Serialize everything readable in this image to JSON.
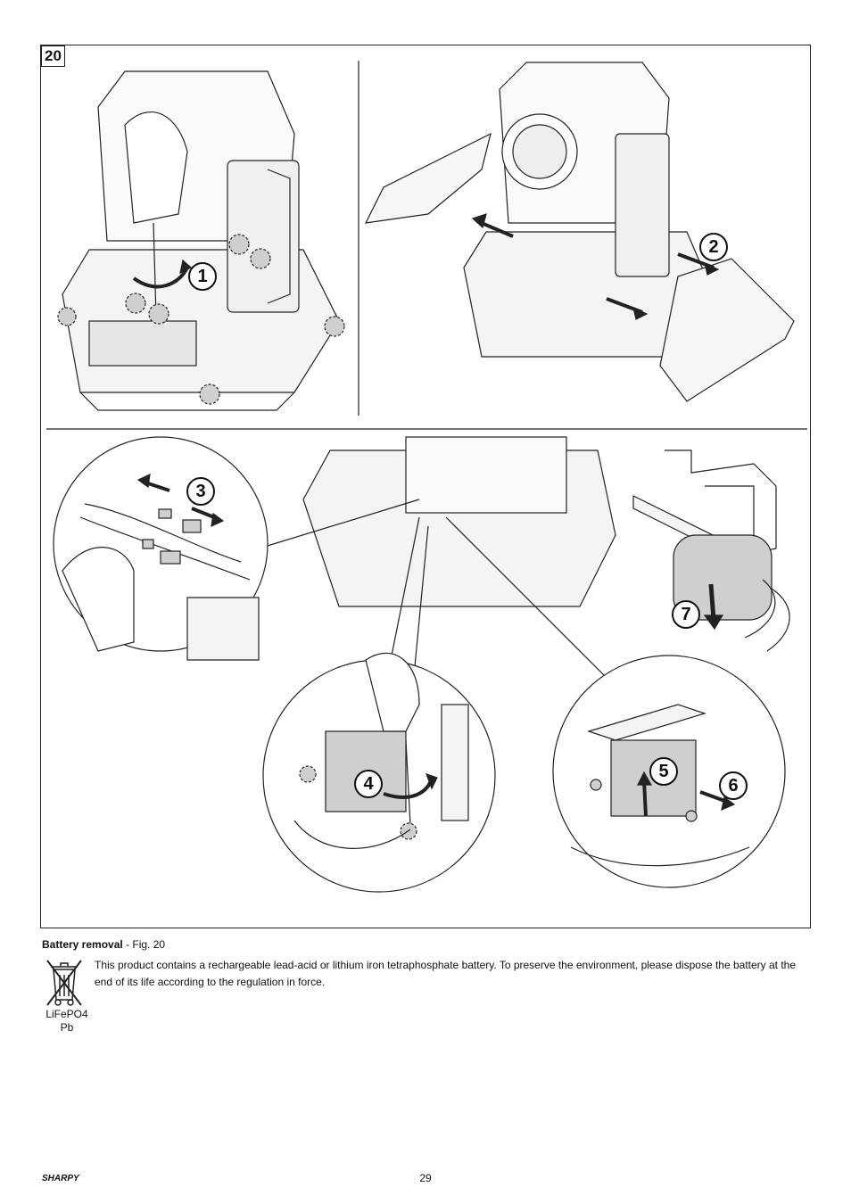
{
  "figure": {
    "number": "20",
    "steps": [
      "1",
      "2",
      "3",
      "4",
      "5",
      "6",
      "7"
    ]
  },
  "caption": {
    "title": "Battery removal",
    "ref": " - Fig. 20",
    "body": "This product contains a rechargeable lead-acid or lithium iron tetraphosphate battery. To preserve the environment, please dispose the battery at the end of its life according to the regulation in force.",
    "chem_line1": "LiFePO4",
    "chem_line2": "Pb"
  },
  "footer": {
    "brand": "SHARPY",
    "page": "29"
  },
  "icons": [
    "weee-bin-icon",
    "arrow-icon"
  ],
  "colors": {
    "line": "#222222",
    "shade": "#cfcfcf",
    "fill": "#f4f4f4"
  }
}
